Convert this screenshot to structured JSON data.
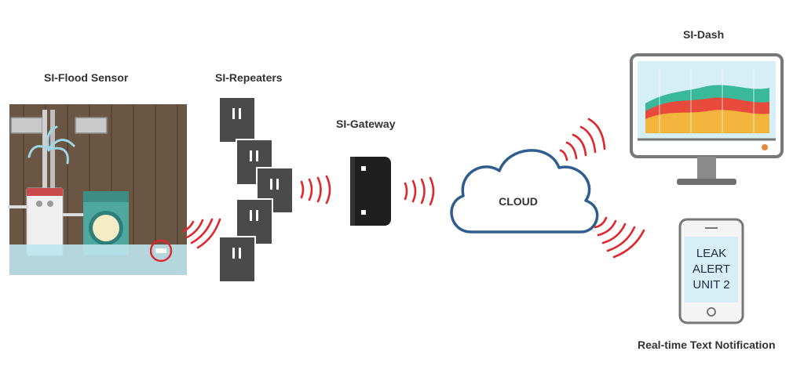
{
  "labels": {
    "sensor": "SI-Flood Sensor",
    "repeaters": "SI-Repeaters",
    "gateway": "SI-Gateway",
    "dash": "SI-Dash",
    "notification": "Real-time Text Notification"
  },
  "cloud": {
    "label": "CLOUD"
  },
  "phone": {
    "lines": [
      "LEAK",
      "ALERT",
      "UNIT 2"
    ]
  },
  "icons": {
    "sensor_scene": "flooded-laundry-room-icon",
    "repeater": "plug-repeater-icon",
    "gateway": "gateway-device-icon",
    "cloud": "cloud-icon",
    "monitor": "monitor-icon",
    "phone": "smartphone-icon",
    "signal": "wireless-signal-icon"
  },
  "colors": {
    "signal": "#e0262b",
    "cloud_stroke": "#2f5e8e",
    "device_dark": "#4a4a4a",
    "water": "#bfe4ef"
  }
}
